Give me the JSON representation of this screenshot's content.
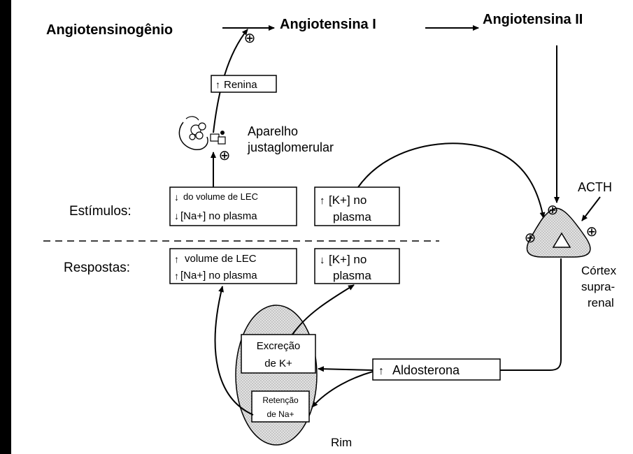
{
  "top_row": {
    "angiotensinogen": "Angiotensinogênio",
    "angiotensin_1": "Angiotensina I",
    "angiotensin_2": "Angiotensina II"
  },
  "renin": "Renina",
  "apparatus": {
    "line1": "Aparelho",
    "line2": "justaglomerular"
  },
  "plus_symbol": "⊕",
  "stimuli": {
    "label": "Estímulos:",
    "box1_line1": "do volume de LEC",
    "box1_line2": "[Na+] no plasma",
    "box2_line1": "[K+] no",
    "box2_line2": "plasma"
  },
  "responses": {
    "label": "Respostas:",
    "box1_line1": "volume de LEC",
    "box1_line2": "[Na+] no plasma",
    "box2_line1": "[K+] no",
    "box2_line2": "plasma"
  },
  "acth": "ACTH",
  "adrenal": {
    "line1": "Córtex",
    "line2": "supra-",
    "line3": "renal"
  },
  "aldosterone": "Aldosterona",
  "kidney": {
    "excretion_line1": "Excreção",
    "excretion_line2": "de K+",
    "retention_line1": "Retenção",
    "retention_line2": "de Na+",
    "label": "Rim"
  }
}
